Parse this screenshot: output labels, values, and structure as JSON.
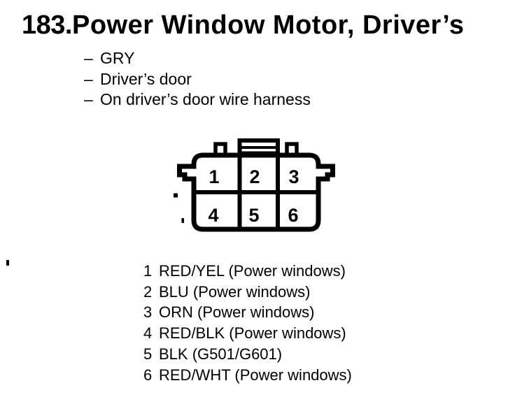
{
  "figure": {
    "number": "183.",
    "title": "Power Window Motor, Driver’s"
  },
  "notes": {
    "dash": "–",
    "items": [
      "GRY",
      "Driver’s door",
      "On driver’s door wire harness"
    ]
  },
  "connector": {
    "cavities": [
      "1",
      "2",
      "3",
      "4",
      "5",
      "6"
    ]
  },
  "pin_list": [
    {
      "pin": "1",
      "label": "RED/YEL (Power windows)"
    },
    {
      "pin": "2",
      "label": "BLU (Power windows)"
    },
    {
      "pin": "3",
      "label": "ORN (Power windows)"
    },
    {
      "pin": "4",
      "label": "RED/BLK (Power windows)"
    },
    {
      "pin": "5",
      "label": "BLK (G501/G601)"
    },
    {
      "pin": "6",
      "label": "RED/WHT (Power windows)"
    }
  ],
  "colors": {
    "ink": "#000000",
    "paper": "#ffffff"
  }
}
